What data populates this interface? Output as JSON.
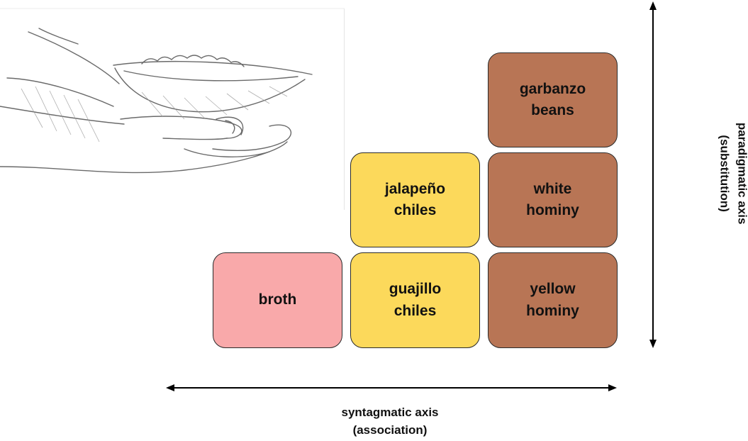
{
  "colors": {
    "broth": "#f9a9aa",
    "chiles": "#fcd95b",
    "hominy": "#b87555",
    "border": "#2a2a2a",
    "axis": "#000000"
  },
  "illustration": {
    "icon": "hands-holding-bowl-icon",
    "description": "Pencil sketch of two cupped hands holding a bowl"
  },
  "boxes": {
    "broth": "broth",
    "guajillo": "guajillo\nchiles",
    "jalapeno": "jalapeño\nchiles",
    "yellow_hominy": "yellow\nhominy",
    "white_hominy": "white\nhominy",
    "garbanzo": "garbanzo\nbeans"
  },
  "axes": {
    "syntagmatic": {
      "line1": "syntagmatic axis",
      "line2": "(association)"
    },
    "paradigmatic": {
      "line1": "paradigmatic axis",
      "line2": "(substitution)"
    }
  }
}
